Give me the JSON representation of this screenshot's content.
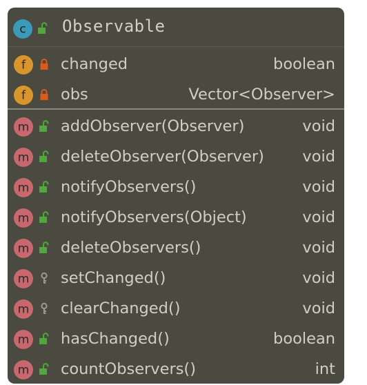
{
  "class": {
    "kind_letter": "c",
    "name": "Observable"
  },
  "fields": [
    {
      "kind_letter": "f",
      "visibility": "private",
      "name": "changed",
      "type": "boolean"
    },
    {
      "kind_letter": "f",
      "visibility": "private",
      "name": "obs",
      "type": "Vector<Observer>"
    }
  ],
  "methods": [
    {
      "kind_letter": "m",
      "visibility": "public",
      "name": "addObserver(Observer)",
      "type": "void"
    },
    {
      "kind_letter": "m",
      "visibility": "public",
      "name": "deleteObserver(Observer)",
      "type": "void"
    },
    {
      "kind_letter": "m",
      "visibility": "public",
      "name": "notifyObservers()",
      "type": "void"
    },
    {
      "kind_letter": "m",
      "visibility": "public",
      "name": "notifyObservers(Object)",
      "type": "void"
    },
    {
      "kind_letter": "m",
      "visibility": "public",
      "name": "deleteObservers()",
      "type": "void"
    },
    {
      "kind_letter": "m",
      "visibility": "protected",
      "name": "setChanged()",
      "type": "void"
    },
    {
      "kind_letter": "m",
      "visibility": "protected",
      "name": "clearChanged()",
      "type": "void"
    },
    {
      "kind_letter": "m",
      "visibility": "public",
      "name": "hasChanged()",
      "type": "boolean"
    },
    {
      "kind_letter": "m",
      "visibility": "public",
      "name": "countObservers()",
      "type": "int"
    }
  ],
  "colors": {
    "background": "#4b4a40",
    "text": "#cfcfc6",
    "class_badge": "#3b9ab8",
    "field_badge": "#d8962c",
    "method_badge": "#c9676f",
    "public_lock": "#4ea83a",
    "private_lock": "#dd5a1b",
    "protected_key": "#9a9a92"
  },
  "icons": {
    "class": "class-icon",
    "field": "field-icon",
    "method": "method-icon",
    "public": "unlocked-padlock-icon",
    "private": "locked-padlock-icon",
    "protected": "key-icon"
  }
}
